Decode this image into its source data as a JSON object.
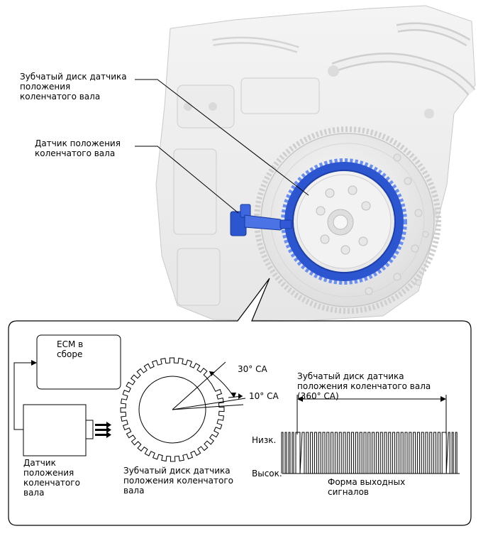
{
  "callouts": {
    "reluctor_plate": "Зубчатый диск датчика\nположения\nколенчатого вала",
    "crank_sensor": "Датчик положения\nколенчатого вала"
  },
  "detail": {
    "ecm_label": "ECM в\nсборе",
    "sensor_label": "Датчик\nположения\nколенчатого\nвала",
    "plate_caption": "Зубчатый диск датчика\nположения коленчатого\nвала",
    "angle_30": "30° CA",
    "angle_10": "10° CA",
    "signal_title": "Зубчатый диск датчика\nположения коленчатого вала\n(360° CA)",
    "level_low": "Низк.",
    "level_high": "Высок.",
    "waveform_caption": "Форма выходных\nсигналов"
  },
  "colors": {
    "highlight_blue": "#2c55d0",
    "engine_gray": "#d2d2d2",
    "line": "#000000"
  },
  "icons": {
    "signal_arrows": "triple-arrow-right-icon"
  }
}
